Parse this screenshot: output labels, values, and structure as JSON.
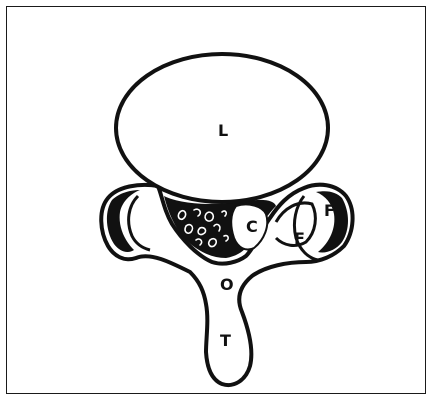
{
  "figure": {
    "labels": {
      "body": "L",
      "canal": "C",
      "facet_outer": "F",
      "facet_inner": "F",
      "lamina": "O",
      "spinous": "T"
    }
  }
}
